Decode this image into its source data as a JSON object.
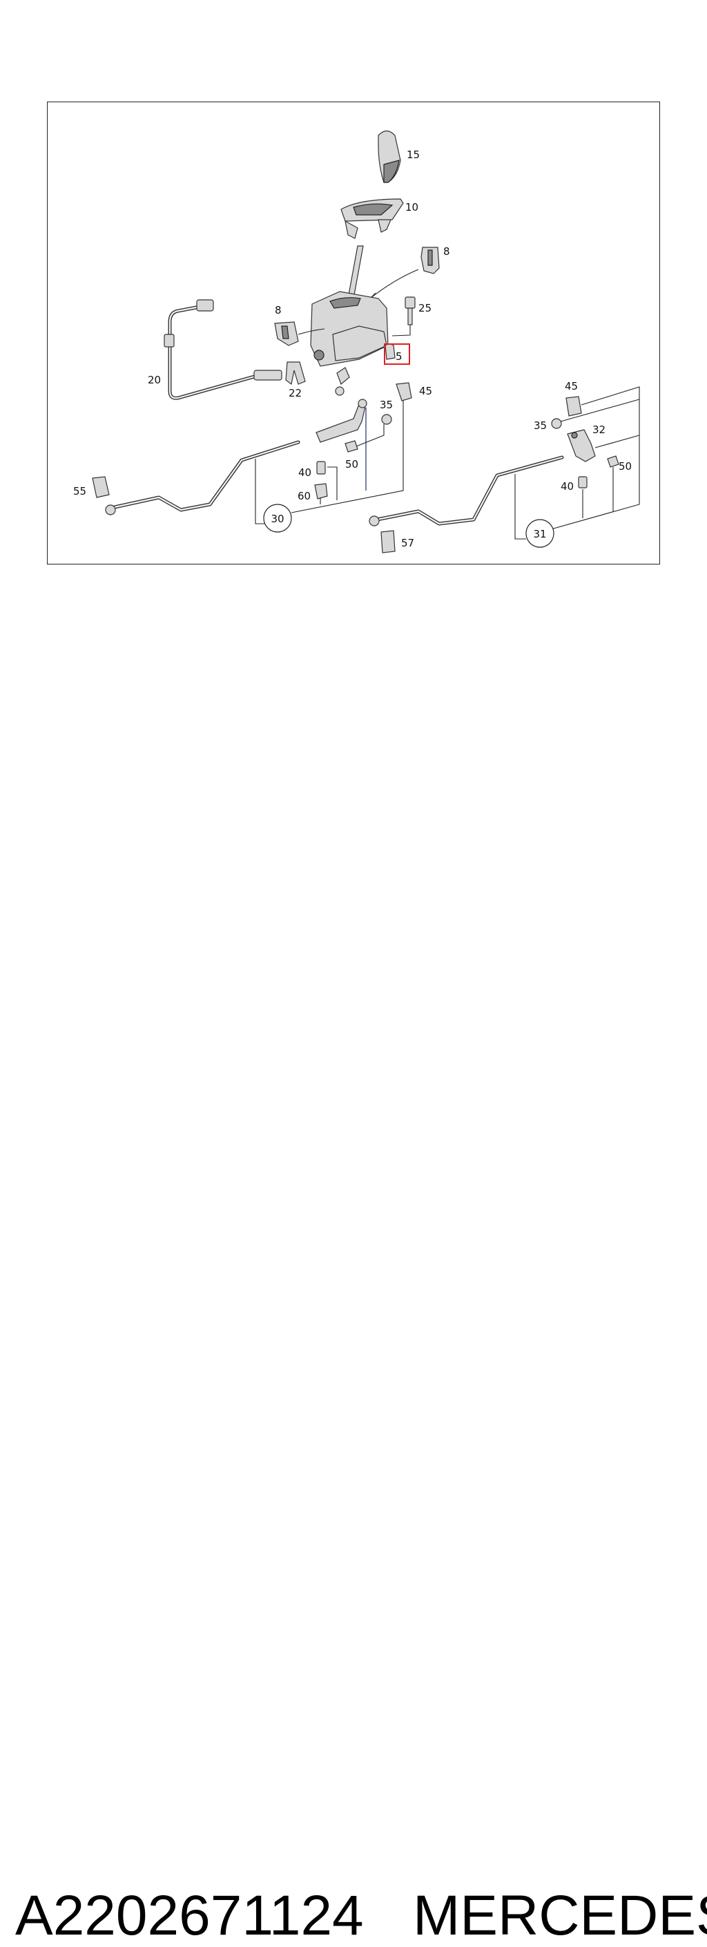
{
  "diagram": {
    "callouts": {
      "c15": "15",
      "c10": "10",
      "c8a": "8",
      "c8b": "8",
      "c25": "25",
      "c5": "5",
      "c20": "20",
      "c22": "22",
      "c45a": "45",
      "c45b": "45",
      "c35a": "35",
      "c35b": "35",
      "c32": "32",
      "c50a": "50",
      "c50b": "50",
      "c40a": "40",
      "c40b": "40",
      "c60": "60",
      "c55": "55",
      "c57": "57",
      "c30": "30",
      "c31": "31"
    },
    "highlight_color": "#e02020"
  },
  "caption": {
    "part_number": "A2202671124",
    "brand": "MERCEDES"
  }
}
